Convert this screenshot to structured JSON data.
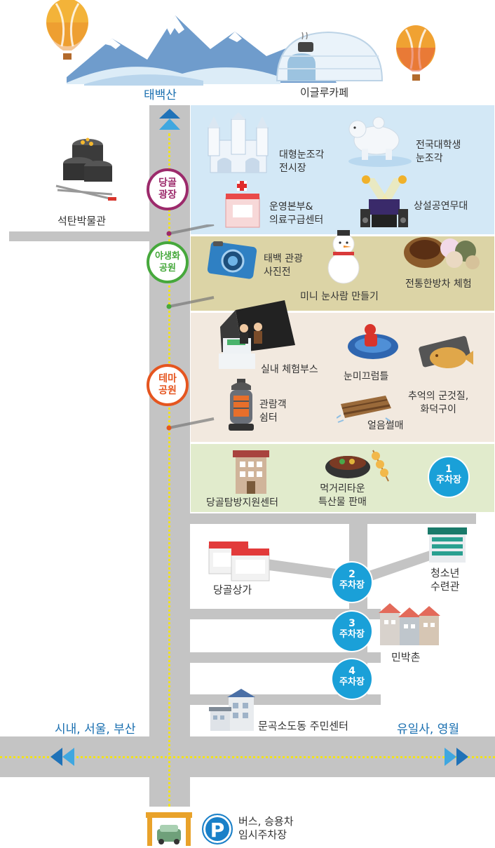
{
  "top": {
    "mountain_label": "태백산",
    "igloo_label": "이글루카페"
  },
  "side": {
    "museum_label": "석탄박물관"
  },
  "plazas": [
    {
      "name_l1": "당골",
      "name_l2": "광장",
      "color": "#9c2a6b"
    },
    {
      "name_l1": "야생화",
      "name_l2": "공원",
      "color": "#46a83c"
    },
    {
      "name_l1": "테마",
      "name_l2": "공원",
      "color": "#e5551f"
    }
  ],
  "zones": {
    "z1": {
      "color": "#d3e8f6",
      "items": [
        {
          "l1": "대형눈조각",
          "l2": "전시장"
        },
        {
          "l1": "전국대학생",
          "l2": "눈조각"
        },
        {
          "l1": "운영본부&",
          "l2": "의료구급센터"
        },
        {
          "l1": "상설공연무대",
          "l2": ""
        }
      ]
    },
    "z2": {
      "color": "#dcd4a6",
      "items": [
        {
          "l1": "태백 관광",
          "l2": "사진전"
        },
        {
          "l1": "미니 눈사람 만들기",
          "l2": ""
        },
        {
          "l1": "전통한방차 체험",
          "l2": ""
        }
      ]
    },
    "z3": {
      "color": "#f2e9df",
      "items": [
        {
          "l1": "실내 체험부스",
          "l2": ""
        },
        {
          "l1": "눈미끄럼틀",
          "l2": ""
        },
        {
          "l1": "추억의 군것질,",
          "l2": "화덕구이"
        },
        {
          "l1": "관람객",
          "l2": "쉼터"
        },
        {
          "l1": "얼음썰매",
          "l2": ""
        }
      ]
    },
    "z4": {
      "color": "#e1ebcc",
      "items": [
        {
          "l1": "당골탐방지원센터",
          "l2": ""
        },
        {
          "l1": "먹거리타운",
          "l2": "특산물 판매"
        }
      ]
    }
  },
  "lower": {
    "shops": "당골상가",
    "youth_l1": "청소년",
    "youth_l2": "수련관",
    "minbak": "민박촌",
    "community": "문곡소도동 주민센터"
  },
  "parking": [
    {
      "num": "1",
      "text": "주차장"
    },
    {
      "num": "2",
      "text": "주차장"
    },
    {
      "num": "3",
      "text": "주차장"
    },
    {
      "num": "4",
      "text": "주차장"
    }
  ],
  "directions": {
    "left": "시내, 서울, 부산",
    "right": "유일사, 영월"
  },
  "bottom": {
    "parking_icon": "P",
    "parking_l1": "버스, 승용차",
    "parking_l2": "임시주차장"
  }
}
